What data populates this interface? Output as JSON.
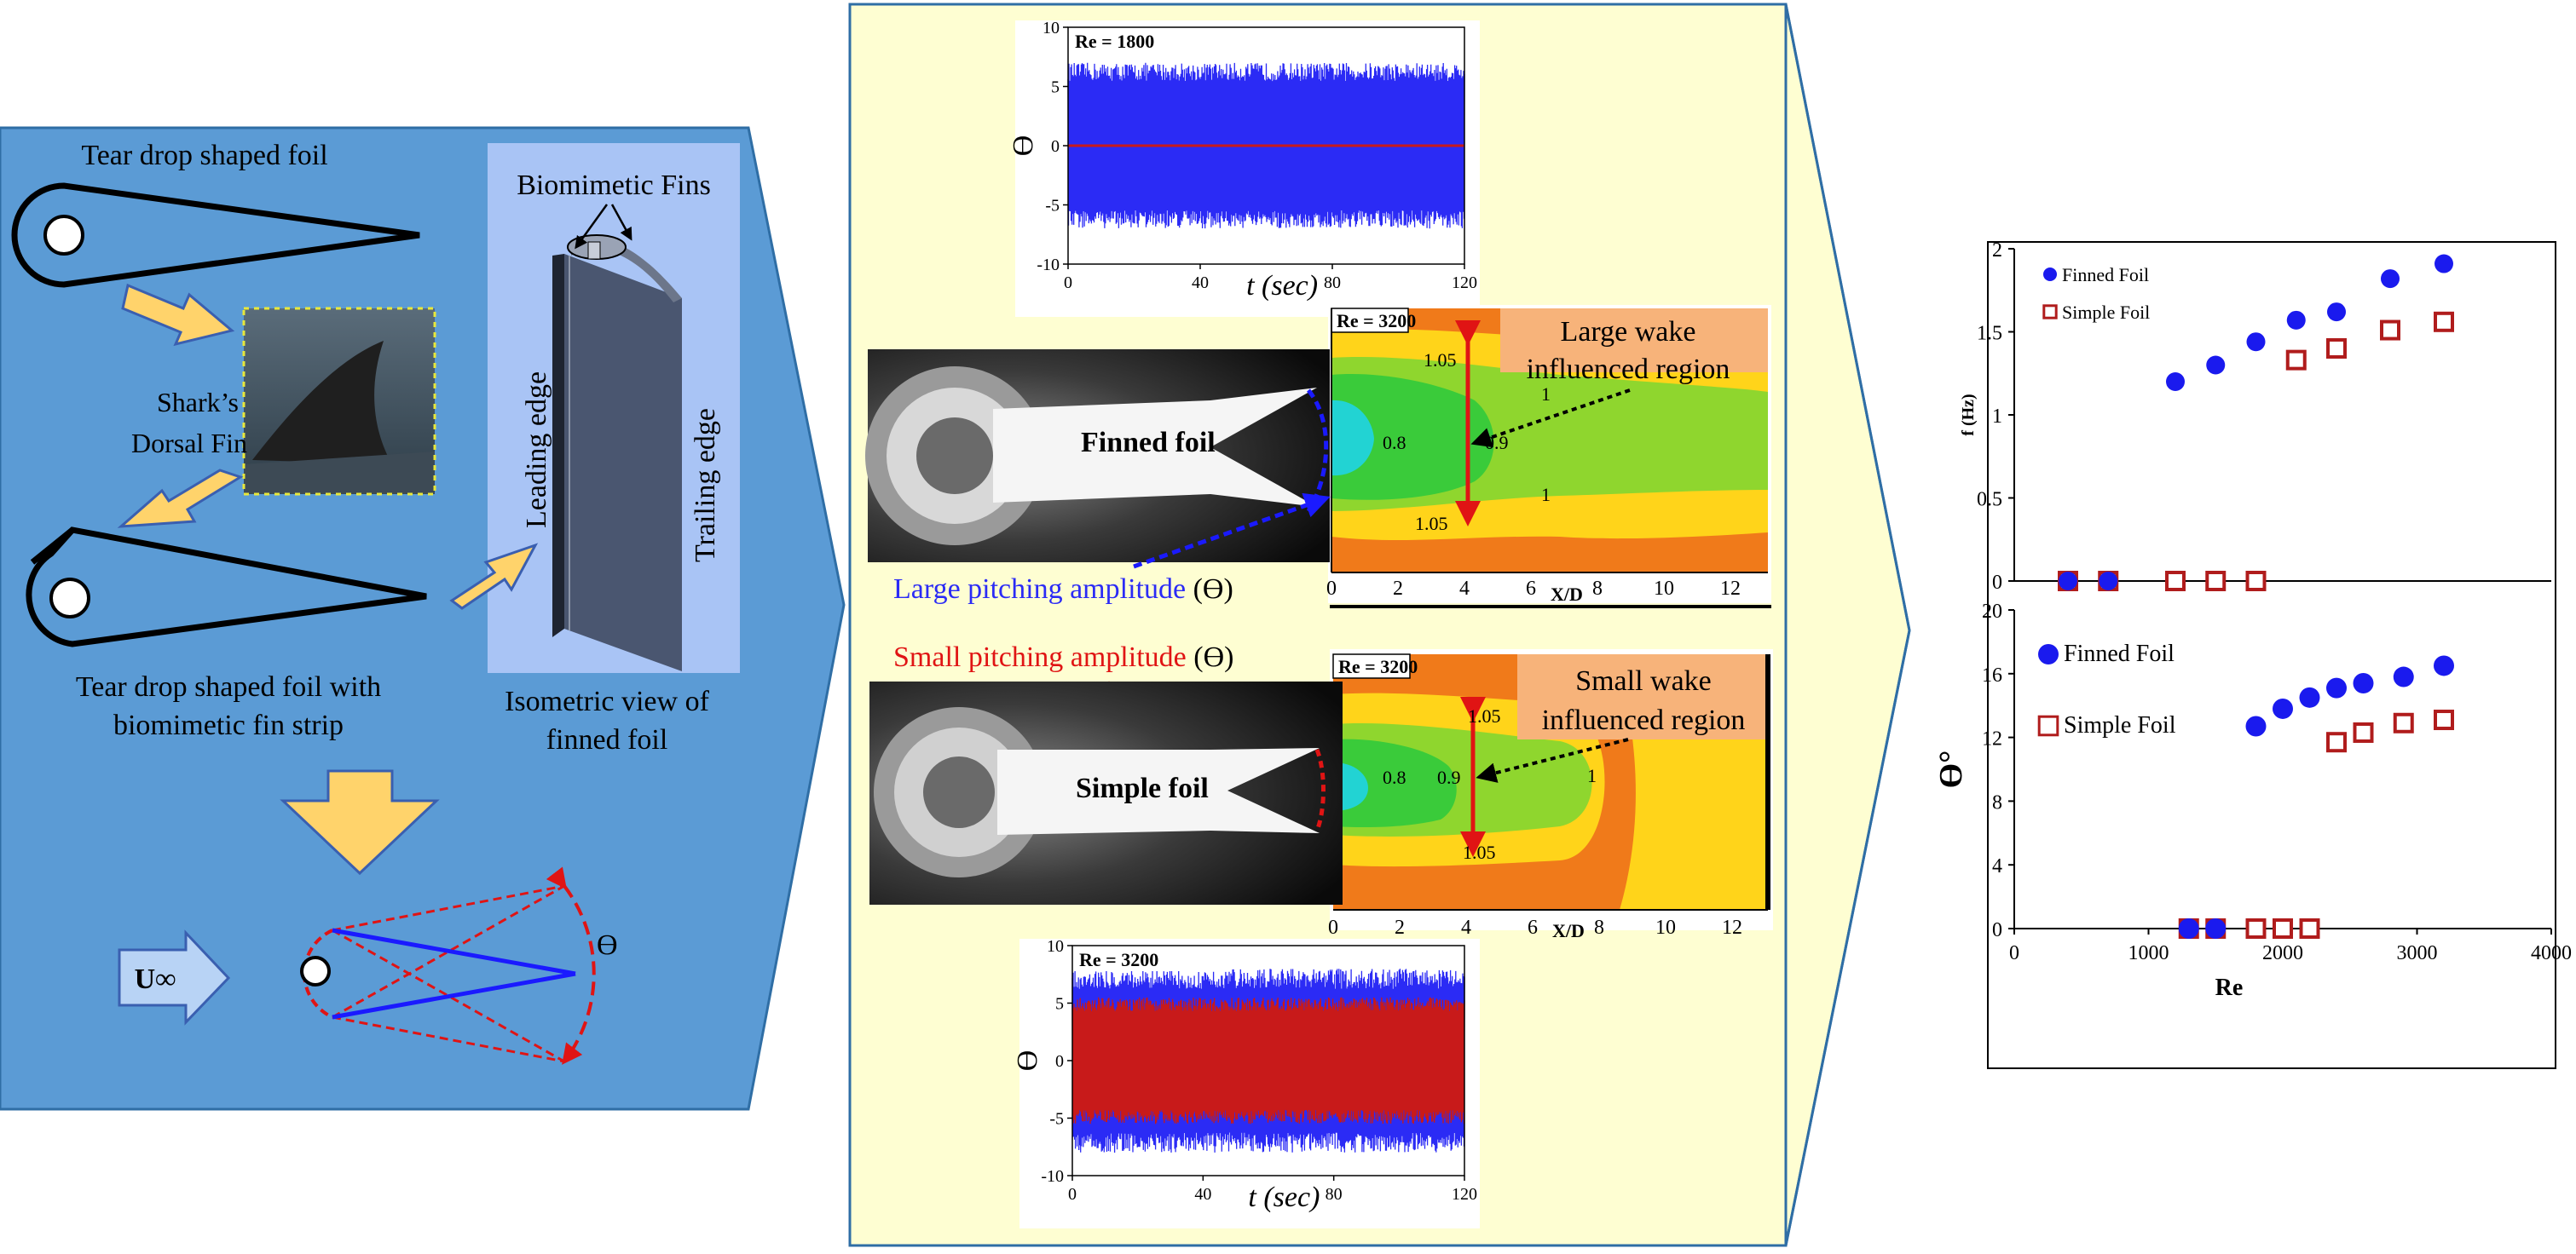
{
  "left_panel": {
    "foil_top_label": "Tear drop shaped foil",
    "fin_photo_label_1": "Shark’s",
    "fin_photo_label_2": "Dorsal Fin",
    "foil_fin_label_1": "Tear drop shaped foil with",
    "foil_fin_label_2": "biomimetic fin strip",
    "fins_label": "Biomimetic Fins",
    "leading_edge": "Leading edge",
    "trailing_edge": "Trailing edge",
    "iso_label_1": "Isometric view of",
    "iso_label_2": "finned foil",
    "velocity_label": "U∞",
    "theta": "ϴ"
  },
  "middle_panel": {
    "finned_foil_label": "Finned foil",
    "simple_foil_label": "Simple foil",
    "large_amp_text": "Large pitching amplitude",
    "small_amp_text": "Small pitching amplitude",
    "amp_symbol": "(ϴ)",
    "large_wake_1": "Large wake",
    "large_wake_2": "influenced region",
    "small_wake_1": "Small wake",
    "small_wake_2": "influenced region",
    "contour_re": "Re = 3200",
    "contour_labels_top": [
      "1.05",
      "0.8",
      "0.9",
      "1",
      "1",
      "1.05"
    ],
    "contour_labels_bot": [
      "1.05",
      "0.8",
      "0.9",
      "1",
      "1.05"
    ],
    "xd_label": "X/D",
    "xd_ticks": [
      "0",
      "2",
      "4",
      "6",
      "8",
      "10",
      "12"
    ],
    "colors": {
      "panel_bg": "#fefed2",
      "blue": "#2b2bf5",
      "red": "#c81a1a",
      "arrow_red": "#e01414"
    }
  },
  "chart_data": [
    {
      "type": "line",
      "title": "Re = 1800",
      "xlabel": "t (sec)",
      "ylabel": "ϴ",
      "xlim": [
        0,
        120
      ],
      "ylim": [
        -10,
        10
      ],
      "xticks": [
        0,
        40,
        80,
        120
      ],
      "yticks": [
        10,
        5,
        0,
        -5,
        -10
      ],
      "series": [
        {
          "color": "#2b2bf5",
          "amplitude": 7
        },
        {
          "color": "#c81a1a",
          "amplitude": 0
        }
      ]
    },
    {
      "type": "line",
      "title": "Re = 3200",
      "xlabel": "t (sec)",
      "ylabel": "ϴ",
      "xlim": [
        0,
        120
      ],
      "ylim": [
        -10,
        10
      ],
      "xticks": [
        0,
        40,
        80,
        120
      ],
      "yticks": [
        10,
        5,
        0,
        -5,
        -10
      ],
      "series": [
        {
          "color": "#2b2bf5",
          "amplitude": 8
        },
        {
          "color": "#c81a1a",
          "amplitude": 5.5
        }
      ]
    },
    {
      "type": "scatter",
      "ylabel": "f (Hz)",
      "xlim": [
        0,
        4000
      ],
      "ylim": [
        0,
        2
      ],
      "yticks": [
        0,
        0.5,
        1,
        1.5,
        2
      ],
      "series": [
        {
          "name": "Finned Foil",
          "x": [
            400,
            700,
            1200,
            1500,
            1800,
            2100,
            2400,
            2800,
            3200
          ],
          "y": [
            0,
            0,
            1.2,
            1.3,
            1.44,
            1.57,
            1.62,
            1.82,
            1.91
          ]
        },
        {
          "name": "Simple Foil",
          "x": [
            400,
            700,
            1200,
            1500,
            1800,
            2100,
            2400,
            2800,
            3200
          ],
          "y": [
            0,
            0,
            0,
            0,
            0,
            1.33,
            1.4,
            1.51,
            1.56
          ]
        }
      ]
    },
    {
      "type": "scatter",
      "xlabel": "Re",
      "ylabel": "ϴ°",
      "xlim": [
        0,
        4000
      ],
      "ylim": [
        0,
        20
      ],
      "xticks": [
        0,
        1000,
        2000,
        3000,
        4000
      ],
      "yticks": [
        0,
        4,
        8,
        12,
        16,
        20
      ],
      "series": [
        {
          "name": "Finned Foil",
          "x": [
            1300,
            1500,
            1800,
            2000,
            2200,
            2400,
            2600,
            2900,
            3200
          ],
          "y": [
            0,
            0,
            12.7,
            13.8,
            14.5,
            15.1,
            15.4,
            15.8,
            16.5
          ]
        },
        {
          "name": "Simple Foil",
          "x": [
            1300,
            1500,
            1800,
            2000,
            2200,
            2400,
            2600,
            2900,
            3200
          ],
          "y": [
            0,
            0,
            0,
            0,
            0,
            11.7,
            12.3,
            12.9,
            13.1
          ]
        }
      ]
    }
  ]
}
